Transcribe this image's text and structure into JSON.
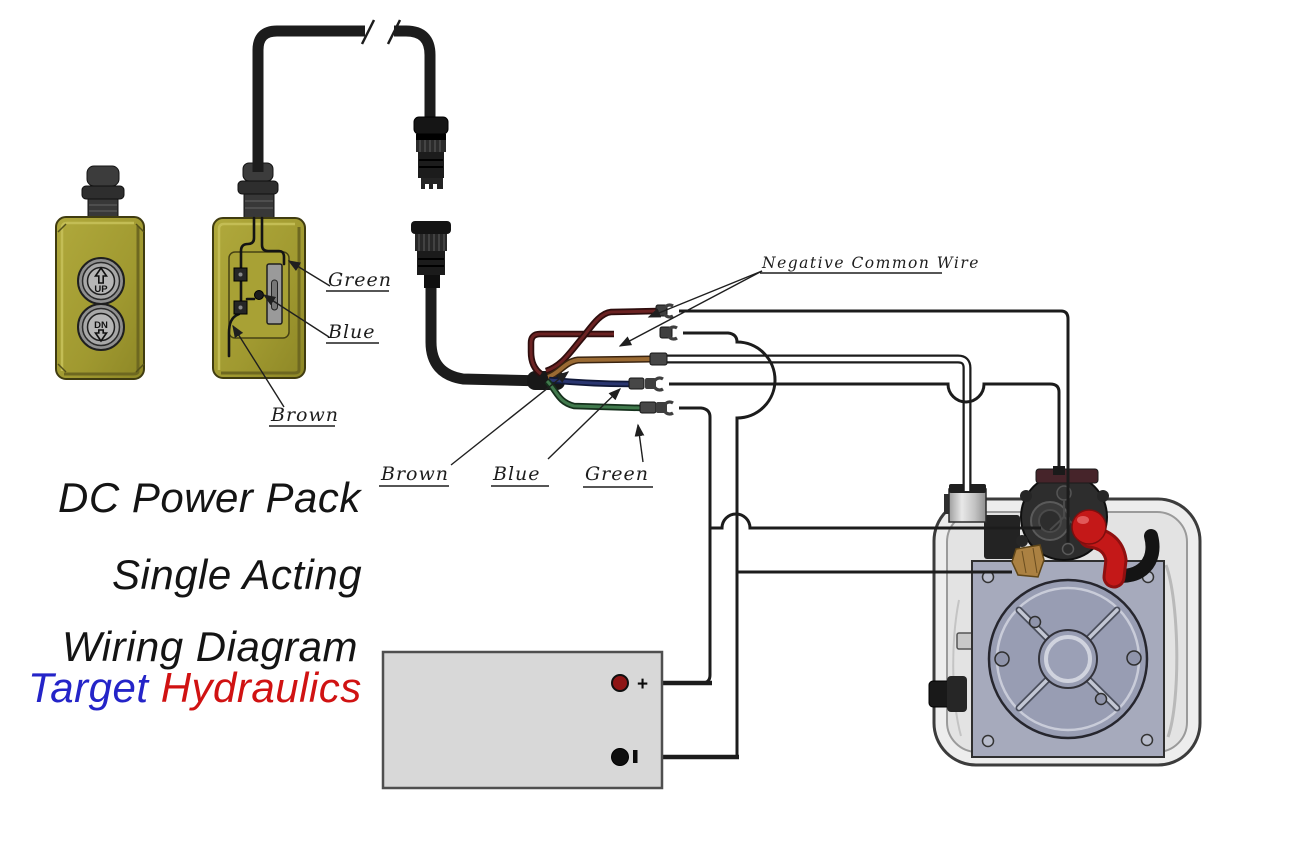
{
  "titles": {
    "line1": "DC Power Pack",
    "line2": "Single Acting",
    "line3": "Wiring Diagram"
  },
  "brand": {
    "word1": "Target",
    "word1_color": "#2424c8",
    "word2": "Hydraulics",
    "word2_color": "#d01212"
  },
  "pendant": {
    "up_button": "UP",
    "down_button": "DN",
    "body_color": "#a29b31",
    "back_labels": {
      "green": "Green",
      "blue": "Blue",
      "brown": "Brown"
    }
  },
  "harness": {
    "annotation": "Negative Common Wire",
    "labels": {
      "brown": "Brown",
      "blue": "Blue",
      "green": "Green"
    },
    "wire_colors": {
      "dark_red": "#6b2222",
      "brown": "#9a6a33",
      "blue": "#2a3670",
      "green": "#417a4d"
    }
  },
  "battery": {
    "positive_mark": "+",
    "positive_color": "#8e1515",
    "negative_color": "#0e0e0e",
    "body_color": "#d8d8d8"
  },
  "power_unit": {
    "tank_color": "#ededed",
    "plate_color": "#a6aabc",
    "motor_color": "#2d2d2d",
    "accent_red": "#c41818",
    "brass_color": "#ab8142"
  }
}
